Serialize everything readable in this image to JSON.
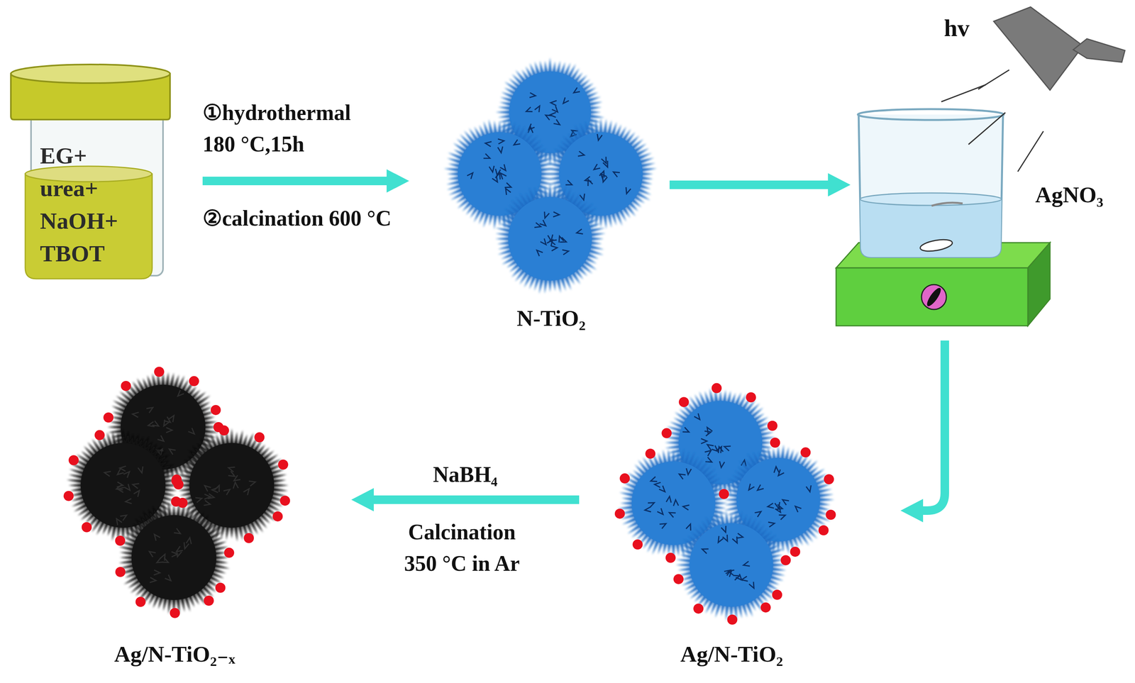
{
  "diagram": {
    "nodes": [
      {
        "text": [
          "EG+ urea+ NaOH+ TBOT"
        ]
      },
      {
        "text": [
          "N-TiO₂"
        ]
      },
      {
        "text": [
          "AgNO₃"
        ]
      },
      {
        "text": [
          "Ag/N-TiO₂"
        ]
      },
      {
        "text": [
          "Ag/N-TiO₂₋ₓ"
        ]
      }
    ],
    "edges": [
      {
        "from": 0,
        "to": 1,
        "arrow": "to",
        "label": "①hydrothermal 180 °C,15h"
      },
      {
        "from": 1,
        "to": 2,
        "arrow": "to"
      },
      {
        "from": 2,
        "to": 3,
        "arrow": "to"
      },
      {
        "from": 3,
        "to": 4,
        "arrow": "to",
        "label": "NaBH₄"
      }
    ],
    "labels": [
      "②calcination 600 °C",
      "Calcination 350 °C in Ar",
      "hv"
    ]
  }
}
